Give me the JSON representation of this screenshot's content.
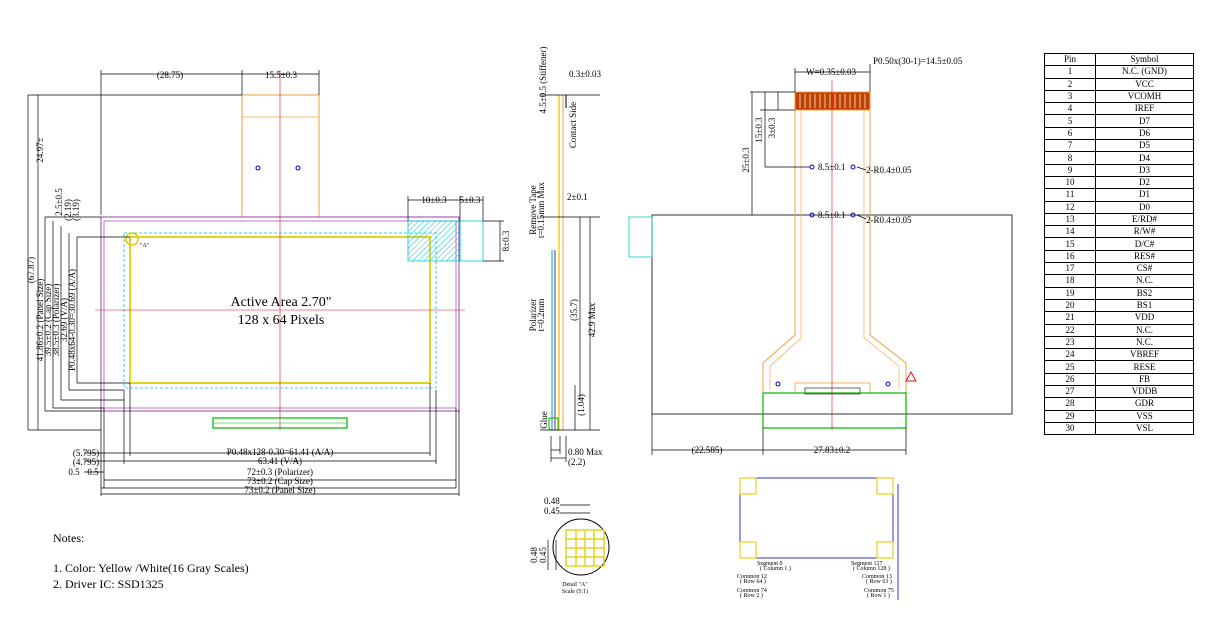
{
  "front_view": {
    "dims": {
      "d2875": "(28.75)",
      "d155": "15.5±0.3",
      "d10": "10±0.3",
      "d5": "5±0.3",
      "d8": "8±0.3",
      "d2497": "24.97±",
      "d25": "2.5±0.5",
      "d219": "(2.19)",
      "d319": "(3.19)",
      "d6787": "(67.87)",
      "panel_h": "41.86±0.2 (Panel Size)",
      "cap_h": "39.5±0.2 (Cap Size)",
      "pol_h": "38.5±0.3 (Polarizer)",
      "va_h": "32.69 (V/A)",
      "aa_h": "P0.48x64-0.30=30.69 (A/A)",
      "d5795": "(5.795)",
      "d4795": "(4.795)",
      "d05a": "0.5",
      "d05b": "0.5",
      "aa_w": "P0.48x128-0.30=61.41 (A/A)",
      "va_w": "63.41 (V/A)",
      "pol_w": "72±0.3 (Polarizer)",
      "cap_w": "73±0.2 (Cap Size)",
      "panel_w": "73±0.2 (Panel Size)",
      "detail_a": "\"A\""
    },
    "active_area_title": "Active Area 2.70\"",
    "active_area_pixels": "128 x 64 Pixels"
  },
  "side_view": {
    "stiffener": "4.5±0.5 (Stiffener)",
    "d003": "0.3±0.03",
    "contact_side": "Contact Side",
    "remove_tape": "Remove Tape",
    "remove_tape_thk": "t=0.15mm Max",
    "d21": "2±0.1",
    "polarizer": "Polarizer",
    "polarizer_thk": "t=0.2mm",
    "d357": "(35.7)",
    "d429": "42.9 Max",
    "d104": "(1.04)",
    "glue": "Glue",
    "d080": "0.80 Max",
    "d22": "(2.2)"
  },
  "rear_view": {
    "pitch": "P0.50x(30-1)=14.5±0.05",
    "w": "W=0.35±0.03",
    "d3": "3±0.3",
    "d15": "15±0.3",
    "d25": "25±0.3",
    "d85a": "8.5±0.1",
    "d85b": "8.5±0.1",
    "r1": "2-R0.4±0.05",
    "r2": "2-R0.4±0.05",
    "d22585": "(22.585)",
    "d2783": "27.83±0.2"
  },
  "detail": {
    "d048a": "0.48",
    "d045a": "0.45",
    "d048b": "0.48",
    "d045b": "0.45",
    "title": "Detail \"A\"",
    "scale": "Scale (5:1)"
  },
  "mapping": {
    "seg0": "Segment 0",
    "col1": "( Column 1 )",
    "seg127": "Segment 127",
    "col128": "( Column 128 )",
    "com12": "Common 12",
    "row64": "( Row 64 )",
    "com13": "Common 13",
    "row63": "( Row 63 )",
    "com74": "Common 74",
    "row2": "( Row 2 )",
    "com75": "Common 75",
    "row1": "( Row 1 )"
  },
  "notes": {
    "title": "Notes:",
    "items": [
      "1. Color: Yellow /White(16 Gray Scales)",
      "2. Driver IC: SSD1325"
    ]
  },
  "pin_table": {
    "headers": [
      "Pin",
      "Symbol"
    ],
    "rows": [
      [
        "1",
        "N.C. (GND)"
      ],
      [
        "2",
        "VCC"
      ],
      [
        "3",
        "VCOMH"
      ],
      [
        "4",
        "IREF"
      ],
      [
        "5",
        "D7"
      ],
      [
        "6",
        "D6"
      ],
      [
        "7",
        "D5"
      ],
      [
        "8",
        "D4"
      ],
      [
        "9",
        "D3"
      ],
      [
        "10",
        "D2"
      ],
      [
        "11",
        "D1"
      ],
      [
        "12",
        "D0"
      ],
      [
        "13",
        "E/RD#"
      ],
      [
        "14",
        "R/W#"
      ],
      [
        "15",
        "D/C#"
      ],
      [
        "16",
        "RES#"
      ],
      [
        "17",
        "CS#"
      ],
      [
        "18",
        "N.C."
      ],
      [
        "19",
        "BS2"
      ],
      [
        "20",
        "BS1"
      ],
      [
        "21",
        "VDD"
      ],
      [
        "22",
        "N.C."
      ],
      [
        "23",
        "N.C."
      ],
      [
        "24",
        "VBREF"
      ],
      [
        "25",
        "RESE"
      ],
      [
        "26",
        "FB"
      ],
      [
        "27",
        "VDDB"
      ],
      [
        "28",
        "GDR"
      ],
      [
        "29",
        "VSS"
      ],
      [
        "30",
        "VSL"
      ]
    ]
  },
  "colors": {
    "panel": "#9b3fa6",
    "cap": "#00c8d2",
    "active_area": "#e6d21e",
    "fpc": "#f0a040",
    "centerline": "#e01010",
    "ic": "#00b400",
    "marker": "#0000cc"
  }
}
